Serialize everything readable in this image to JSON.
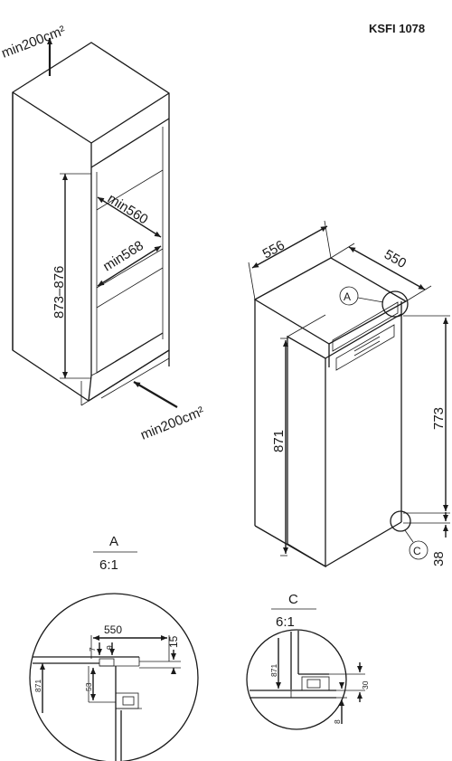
{
  "model": "KSFI 1078",
  "niche": {
    "vent_top": "min200cm²",
    "vent_bottom": "min200cm²",
    "height_range": "873–876",
    "width_min_a": "min560",
    "width_min_b": "min568"
  },
  "appliance": {
    "depth": "556",
    "width": "550",
    "height": "871",
    "upper_height": "773",
    "bottom_offset": "38",
    "callout_a": "A",
    "callout_c": "C"
  },
  "detail_a": {
    "label": "A",
    "scale": "6:1",
    "dim_550": "550",
    "dim_15": "15",
    "dim_7": "7",
    "dim_9": "9",
    "dim_871": "871",
    "dim_53": "53"
  },
  "detail_c": {
    "label": "C",
    "scale": "6:1",
    "dim_871": "871",
    "dim_30": "30",
    "dim_8": "8"
  }
}
